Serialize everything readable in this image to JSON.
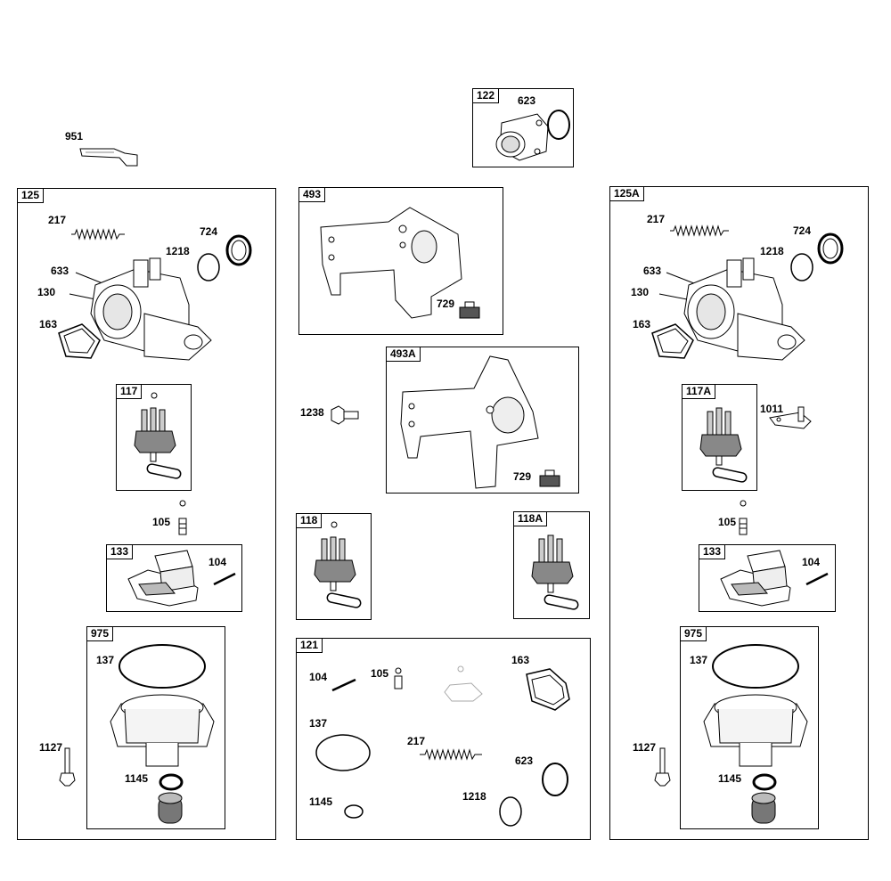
{
  "boxes": {
    "b122": "122",
    "b125": "125",
    "b493": "493",
    "b125a": "125A",
    "b493a": "493A",
    "b117": "117",
    "b117a": "117A",
    "b133": "133",
    "b133r": "133",
    "b118": "118",
    "b118a": "118A",
    "b975": "975",
    "b975r": "975",
    "b121": "121"
  },
  "labels": {
    "p951": "951",
    "p623_top": "623",
    "p217_l": "217",
    "p724_l": "724",
    "p1218_l": "1218",
    "p633_l": "633",
    "p130_l": "130",
    "p163_l": "163",
    "p105_l": "105",
    "p104_l": "104",
    "p137_l": "137",
    "p1127_l": "1127",
    "p1145_l": "1145",
    "p729_a": "729",
    "p1238": "1238",
    "p729_b": "729",
    "p104_c": "104",
    "p105_c": "105",
    "p163_c": "163",
    "p137_c": "137",
    "p217_c": "217",
    "p623_c": "623",
    "p1145_c": "1145",
    "p1218_c": "1218",
    "p217_r": "217",
    "p724_r": "724",
    "p1218_r": "1218",
    "p633_r": "633",
    "p130_r": "130",
    "p163_r": "163",
    "p1011": "1011",
    "p105_r": "105",
    "p104_r": "104",
    "p137_r": "137",
    "p1127_r": "1127",
    "p1145_r": "1145"
  }
}
